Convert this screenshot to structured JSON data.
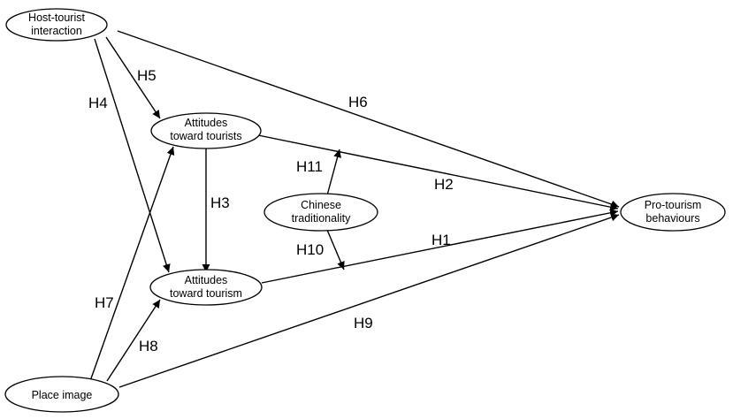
{
  "nodes": {
    "host_tourist_interaction": [
      "Host-tourist",
      "interaction"
    ],
    "attitudes_toward_tourists": [
      "Attitudes",
      "toward tourists"
    ],
    "chinese_traditionality": [
      "Chinese",
      "traditionality"
    ],
    "attitudes_toward_tourism": [
      "Attitudes",
      "toward tourism"
    ],
    "pro_tourism_behaviours": [
      "Pro-tourism",
      "behaviours"
    ],
    "place_image": [
      "Place image"
    ]
  },
  "hypotheses": {
    "h1": "H1",
    "h2": "H2",
    "h3": "H3",
    "h4": "H4",
    "h5": "H5",
    "h6": "H6",
    "h7": "H7",
    "h8": "H8",
    "h9": "H9",
    "h10": "H10",
    "h11": "H11"
  }
}
